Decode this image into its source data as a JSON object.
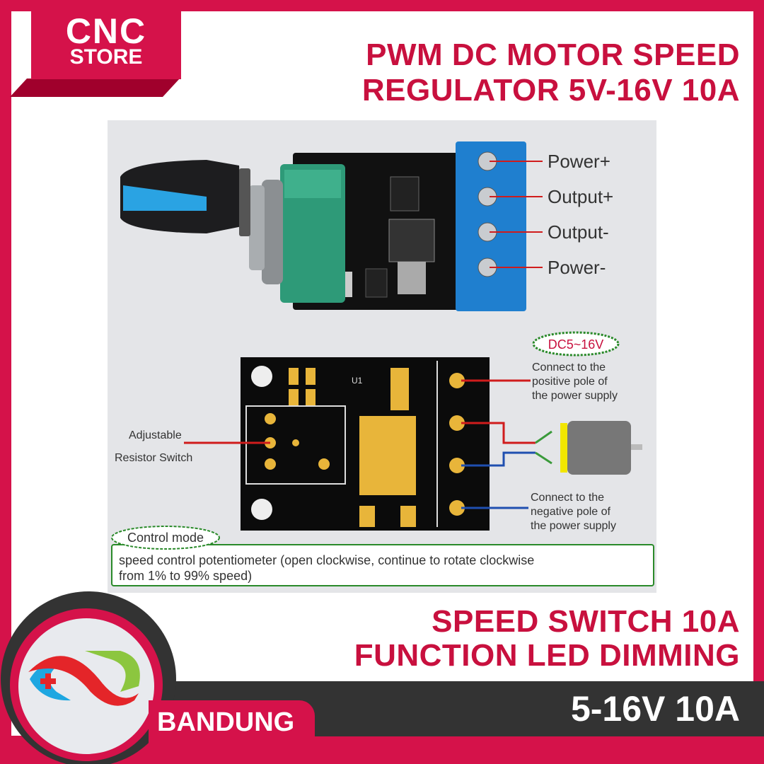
{
  "brand": {
    "line1": "CNC",
    "line2": "STORE",
    "location": "BANDUNG"
  },
  "title": {
    "line1": "PWM DC MOTOR SPEED",
    "line2": "REGULATOR 5V-16V 10A"
  },
  "subtitle": {
    "line1": "SPEED SWITCH 10A",
    "line2": "FUNCTION LED DIMMING"
  },
  "spec_band": "5-16V 10A",
  "module_labels": [
    "Power+",
    "Output+",
    "Output-",
    "Power-"
  ],
  "diagram": {
    "voltage_badge": "DC5~16V",
    "positive_note": [
      "Connect to the",
      "positive pole of",
      "the power supply"
    ],
    "negative_note": [
      "Connect to the",
      "negative pole of",
      "the power supply"
    ],
    "pot_label": [
      "Adjustable",
      "Resistor Switch"
    ],
    "pcb_marking": "U1",
    "control_mode_title": "Control mode",
    "control_mode_text": [
      "speed control potentiometer (open clockwise, continue to rotate clockwise",
      "from 1% to 99% speed)"
    ]
  },
  "colors": {
    "brand_red": "#d5124a",
    "title_red": "#c8103e",
    "dark": "#333333",
    "panel": "#e4e5e8"
  }
}
